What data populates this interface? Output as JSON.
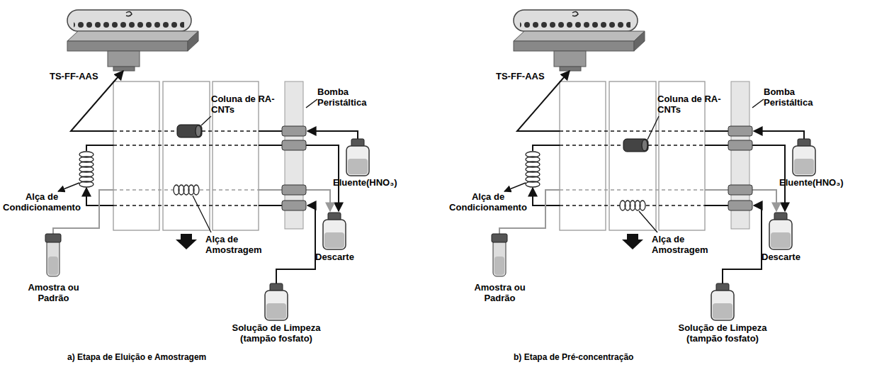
{
  "diagram": {
    "labels": [
      "TS-FF-AAS",
      "Coluna de RA-CNTs",
      "Bomba Peristáltica",
      "Eluente(HNO₃)",
      "Alça de Condicionamento",
      "Descarte",
      "Alça de Amostragem",
      "Amostra ou Padrão",
      "Solução de Limpeza (tampão fosfato)",
      "a) Etapa de Eluição e Amostragem",
      "TS-FF-AAS",
      "Coluna de RA-CNTs",
      "Bomba Peristáltica",
      "Eluente(HNO₃)",
      "Alça de Condicionamento",
      "Descarte",
      "Alça de Amostragem",
      "Amostra ou Padrão",
      "Solução de Limpeza (tampão fosfato)",
      "b) Etapa de Pré-concentração"
    ]
  }
}
